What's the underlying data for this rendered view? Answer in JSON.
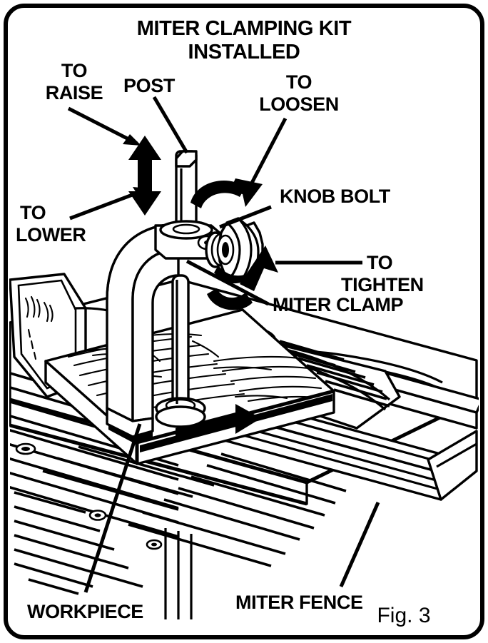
{
  "figure": {
    "title_line1": "MITER CLAMPING KIT",
    "title_line2": "INSTALLED",
    "caption": "Fig. 3",
    "border_color": "#000000",
    "background_color": "#ffffff",
    "ink_color": "#000000"
  },
  "callouts": [
    {
      "id": "to-raise",
      "line1": "TO",
      "line2": "RAISE",
      "points_to": "up-arrow-head"
    },
    {
      "id": "post",
      "line1": "POST",
      "line2": "",
      "points_to": "vertical-post"
    },
    {
      "id": "to-loosen",
      "line1": "TO",
      "line2": "LOOSEN",
      "points_to": "counterclockwise-curved-arrow"
    },
    {
      "id": "to-lower",
      "line1": "TO",
      "line2": "LOWER",
      "points_to": "down-arrow-head"
    },
    {
      "id": "knob-bolt",
      "line1": "KNOB BOLT",
      "line2": "",
      "points_to": "ribbed-knob"
    },
    {
      "id": "to-tighten",
      "line1": "TO",
      "line2": "TIGHTEN",
      "points_to": "clockwise-curved-arrow"
    },
    {
      "id": "miter-clamp",
      "line1": "MITER CLAMP",
      "line2": "",
      "points_to": "clamp-arm"
    },
    {
      "id": "workpiece",
      "line1": "WORKPIECE",
      "line2": "",
      "points_to": "wood-board"
    },
    {
      "id": "miter-fence",
      "line1": "MITER FENCE",
      "line2": "",
      "points_to": "fence-rail"
    }
  ],
  "illustration": {
    "subject": "table saw with miter clamping kit installed",
    "parts": [
      "vertical-post",
      "ribbed-knob-bolt",
      "c-shaped-miter-clamp-arm",
      "wood-workpiece",
      "miter-fence-rail",
      "saw-table",
      "blade-guard",
      "miter-gauge-knob"
    ],
    "motion_indicators": [
      "double-headed-vertical-arrow",
      "counterclockwise-curved-arrow",
      "clockwise-curved-arrow",
      "feed-direction-arrow"
    ]
  }
}
